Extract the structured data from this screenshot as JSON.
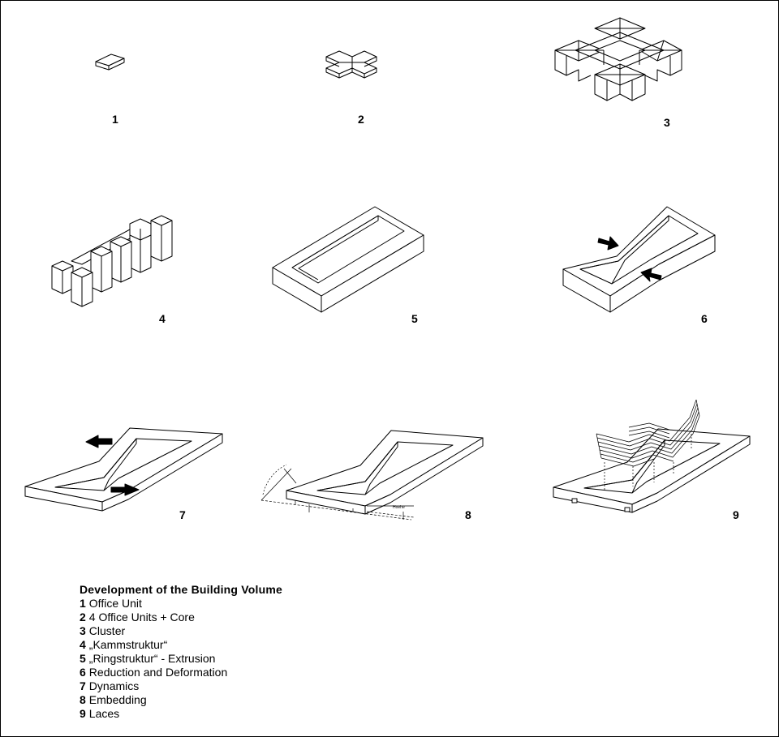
{
  "steps": [
    {
      "num": "1"
    },
    {
      "num": "2"
    },
    {
      "num": "3"
    },
    {
      "num": "4"
    },
    {
      "num": "5"
    },
    {
      "num": "6"
    },
    {
      "num": "7"
    },
    {
      "num": "8"
    },
    {
      "num": "9"
    }
  ],
  "legend": {
    "title": "Development of the Building Volume",
    "items": [
      {
        "num": "1",
        "label": "Office Unit"
      },
      {
        "num": "2",
        "label": "4 Office Units + Core"
      },
      {
        "num": "3",
        "label": "Cluster"
      },
      {
        "num": "4",
        "label": "„Kammstruktur“"
      },
      {
        "num": "5",
        "label": "„Ringstruktur“ - Extrusion"
      },
      {
        "num": "6",
        "label": "Reduction and Deformation"
      },
      {
        "num": "7",
        "label": "Dynamics"
      },
      {
        "num": "8",
        "label": "Embedding"
      },
      {
        "num": "9",
        "label": "Laces"
      }
    ]
  },
  "colors": {
    "line": "#000000",
    "background": "#ffffff"
  }
}
